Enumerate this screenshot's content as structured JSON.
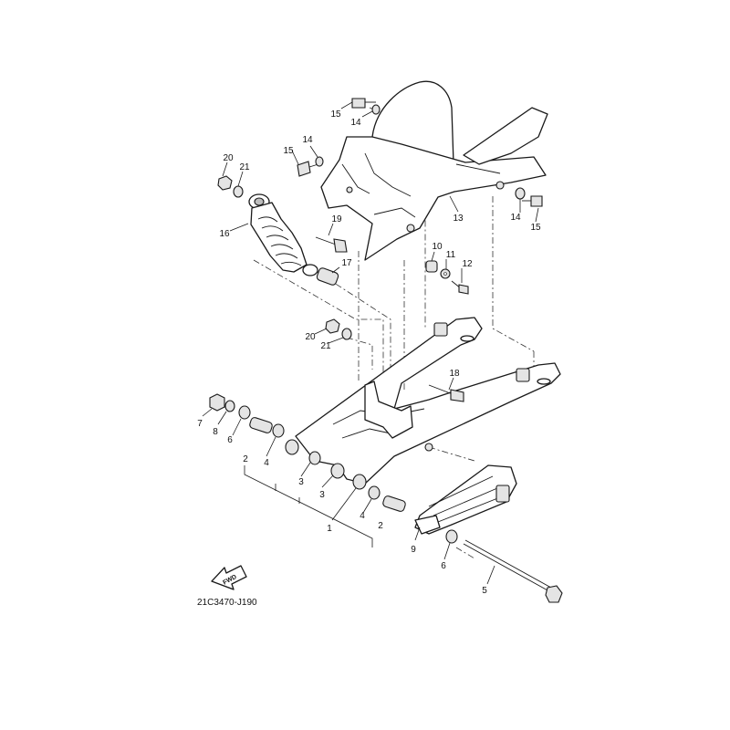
{
  "diagram_code": "21C3470-J190",
  "fwd_label": "FWD",
  "callouts": [
    "15",
    "14",
    "15",
    "14",
    "20",
    "21",
    "16",
    "19",
    "17",
    "13",
    "14",
    "15",
    "10",
    "11",
    "12",
    "20",
    "21",
    "18",
    "7",
    "8",
    "6",
    "2",
    "4",
    "3",
    "3",
    "1",
    "4",
    "2",
    "9",
    "6",
    "5"
  ]
}
